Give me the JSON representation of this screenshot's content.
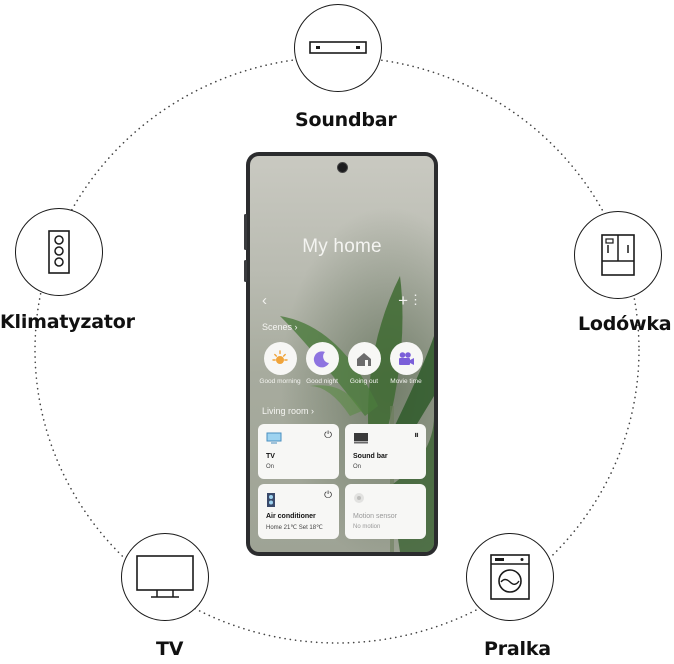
{
  "devices": {
    "soundbar": {
      "label": "Soundbar",
      "icon": "soundbar-icon"
    },
    "klimatyzator": {
      "label": "Klimatyzator",
      "icon": "air-conditioner-icon"
    },
    "lodowka": {
      "label": "Lodówka",
      "icon": "refrigerator-icon"
    },
    "tv": {
      "label": "TV",
      "icon": "tv-icon"
    },
    "pralka": {
      "label": "Pralka",
      "icon": "washing-machine-icon"
    }
  },
  "phone": {
    "title": "My home",
    "toolbar": {
      "back": "‹",
      "add": "+",
      "more": "⋮"
    },
    "scenes_label": "Scenes  ›",
    "scenes": [
      {
        "label": "Good morning",
        "icon": "sun-icon"
      },
      {
        "label": "Good night",
        "icon": "moon-icon"
      },
      {
        "label": "Going out",
        "icon": "house-icon"
      },
      {
        "label": "Movie time",
        "icon": "camera-icon"
      }
    ],
    "room_label": "Living room  ›",
    "cards": [
      {
        "name": "TV",
        "state": "On",
        "icon": "tv-small-icon",
        "control": "⏻"
      },
      {
        "name": "Sound bar",
        "state": "On",
        "icon": "soundbar-small-icon",
        "control": "⏸"
      },
      {
        "name": "Air conditioner",
        "state": "Home 21℃  Set 18℃",
        "icon": "ac-small-icon",
        "control": "⏻"
      },
      {
        "name": "Motion sensor",
        "state": "No motion",
        "icon": "sensor-icon",
        "control": ""
      }
    ]
  },
  "colors": {
    "line": "#1a1a1a",
    "accent": "#7b5fd9",
    "morning": "#f0a43a"
  }
}
